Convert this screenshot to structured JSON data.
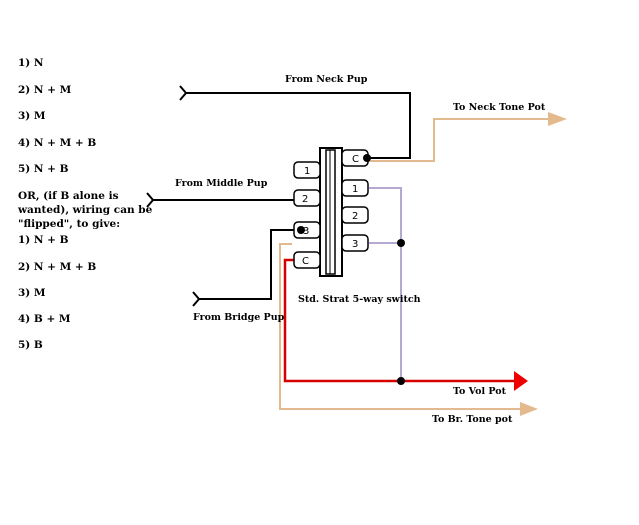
{
  "positions": [
    "1) N",
    "2) N + M",
    "3) M",
    "4) N + M + B",
    "5) N + B"
  ],
  "note_lines": [
    "OR, (if B alone is",
    "wanted), wiring can be",
    "\"flipped\", to give:"
  ],
  "flipped_positions": [
    "1) N + B",
    "2) N + M + B",
    "3) M",
    "4) B + M",
    "5) B"
  ],
  "wire_labels": {
    "neck_pup": "From Neck Pup",
    "middle_pup": "From Middle Pup",
    "bridge_pup": "From Bridge Pup",
    "neck_tone": "To Neck Tone Pot",
    "vol": "To Vol Pot",
    "bridge_tone": "To Br. Tone pot"
  },
  "switch_label": "Std. Strat 5-way switch",
  "terminals": {
    "left_1": "1",
    "left_2": "2",
    "left_3": "3",
    "left_c": "C",
    "right_c": "C",
    "right_1": "1",
    "right_2": "2",
    "right_3": "3"
  },
  "colors": {
    "pickup_wire": "#000000",
    "tone_wire": "#e3b98e",
    "vol_wire": "#d40000",
    "jumper_wire": "#b5a8d3"
  }
}
